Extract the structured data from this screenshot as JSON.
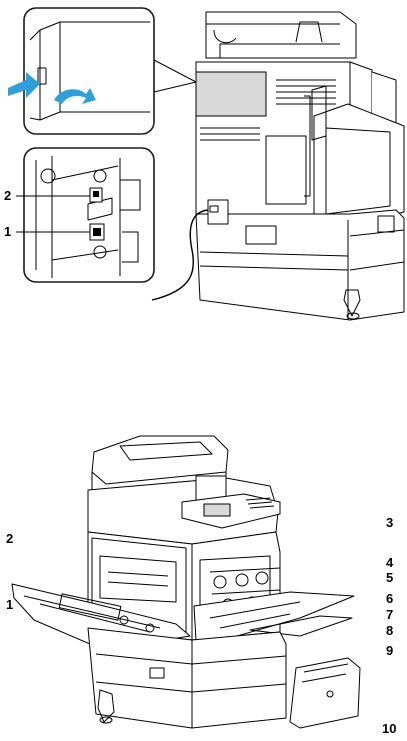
{
  "figure_top": {
    "callouts": {
      "c2": "2",
      "c1": "1"
    }
  },
  "figure_bottom": {
    "callouts": {
      "l2": "2",
      "l1": "1",
      "r3": "3",
      "r4": "4",
      "r5": "5",
      "r6": "6",
      "r7": "7",
      "r8": "8",
      "r9": "9",
      "r10": "10"
    }
  },
  "colors": {
    "line": "#000000",
    "arrow": "#2e9fd8",
    "inset_border": "#1a1a1a",
    "fill": "#ffffff",
    "shade": "#d9d9d9"
  },
  "icons": [
    "arrow-right-icon",
    "arrow-turn-icon",
    "usb-port-icon",
    "ethernet-port-icon"
  ]
}
